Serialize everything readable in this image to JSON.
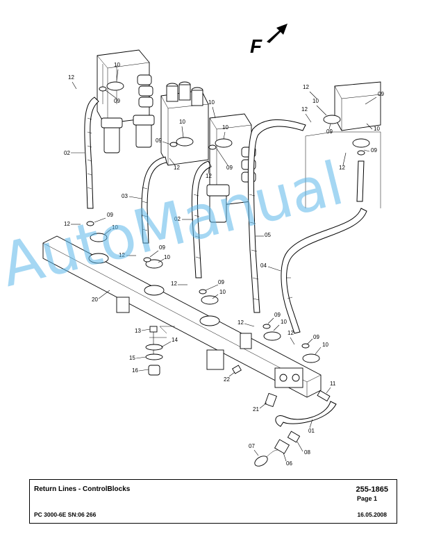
{
  "direction_marker": {
    "letter": "F"
  },
  "callouts": [
    {
      "id": "c1",
      "text": "12"
    },
    {
      "id": "c2",
      "text": "10"
    },
    {
      "id": "c3",
      "text": "09"
    },
    {
      "id": "c4",
      "text": "02"
    },
    {
      "id": "c5",
      "text": "10"
    },
    {
      "id": "c6",
      "text": "09"
    },
    {
      "id": "c7",
      "text": "12"
    },
    {
      "id": "c8",
      "text": "03"
    },
    {
      "id": "c9",
      "text": "10"
    },
    {
      "id": "c10",
      "text": "12"
    },
    {
      "id": "c11",
      "text": "09"
    },
    {
      "id": "c12",
      "text": "02"
    },
    {
      "id": "c13",
      "text": "12"
    },
    {
      "id": "c14",
      "text": "09"
    },
    {
      "id": "c15",
      "text": "10"
    },
    {
      "id": "c16",
      "text": "12"
    },
    {
      "id": "c17",
      "text": "09"
    },
    {
      "id": "c18",
      "text": "10"
    },
    {
      "id": "c19",
      "text": "20"
    },
    {
      "id": "c20",
      "text": "12"
    },
    {
      "id": "c21",
      "text": "09"
    },
    {
      "id": "c22",
      "text": "10"
    },
    {
      "id": "c23",
      "text": "05"
    },
    {
      "id": "c24",
      "text": "10"
    },
    {
      "id": "c25",
      "text": "12"
    },
    {
      "id": "c26",
      "text": "09"
    },
    {
      "id": "c27",
      "text": "10"
    },
    {
      "id": "c28",
      "text": "09"
    },
    {
      "id": "c29",
      "text": "12"
    },
    {
      "id": "c30",
      "text": "04"
    },
    {
      "id": "c31",
      "text": "12"
    },
    {
      "id": "c32",
      "text": "09"
    },
    {
      "id": "c33",
      "text": "10"
    },
    {
      "id": "c34",
      "text": "12"
    },
    {
      "id": "c35",
      "text": "09"
    },
    {
      "id": "c36",
      "text": "10"
    },
    {
      "id": "c37",
      "text": "13"
    },
    {
      "id": "c38",
      "text": "14"
    },
    {
      "id": "c39",
      "text": "15"
    },
    {
      "id": "c40",
      "text": "16"
    },
    {
      "id": "c41",
      "text": "22"
    },
    {
      "id": "c42",
      "text": "11"
    },
    {
      "id": "c43",
      "text": "21"
    },
    {
      "id": "c44",
      "text": "01"
    },
    {
      "id": "c45",
      "text": "07"
    },
    {
      "id": "c46",
      "text": "08"
    },
    {
      "id": "c47",
      "text": "06"
    },
    {
      "id": "c48",
      "text": "10"
    },
    {
      "id": "c49",
      "text": "09"
    },
    {
      "id": "c50",
      "text": "12"
    }
  ],
  "watermark": {
    "text": "AutoManual"
  },
  "title_block": {
    "title": "Return Lines - ControlBlocks",
    "document_number": "255-1865",
    "page": "Page 1",
    "model": "PC 3000-6E SN:06 266",
    "date": "16.05.2008"
  }
}
